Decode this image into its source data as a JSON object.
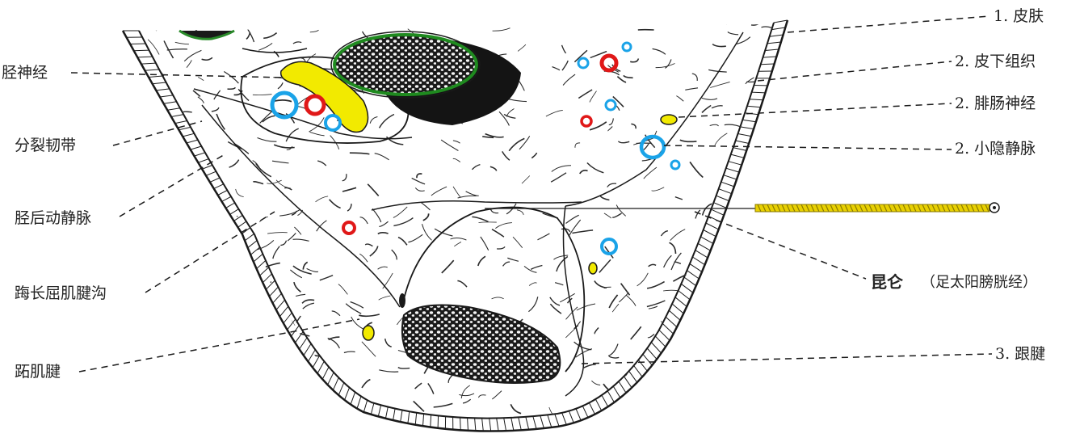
{
  "labels": {
    "left": {
      "tibial_nerve": "胫神经",
      "flexor_retinaculum": "分裂韧带",
      "posterior_tibial_vessels": "胫后动静脉",
      "fhl_groove": "踇长屈肌腱沟",
      "plantaris_tendon": "跖肌腱"
    },
    "right": {
      "skin": "1. 皮肤",
      "subcutaneous": "2. 皮下组织",
      "sural_nerve": "2. 腓肠神经",
      "small_saphenous": "2. 小隐静脉",
      "kunlun": "昆仑",
      "kunlun_meridian": "（足太阳膀胱经）",
      "achilles": "3. 跟腱"
    }
  },
  "colors": {
    "artery": "#e01818",
    "vein": "#1aa3e8",
    "nerve": "#f2ea00",
    "tendon_fill": "#222222",
    "outline": "#1a1a1a",
    "needle": "#e8d000"
  }
}
